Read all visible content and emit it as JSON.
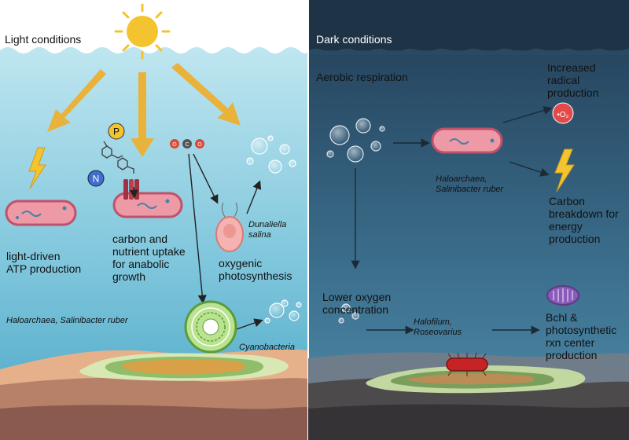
{
  "light_panel": {
    "title": "Light conditions",
    "labels": {
      "atp": "light-driven\nATP production",
      "uptake": "carbon and\nnutrient uptake\nfor anabolic\ngrowth",
      "photosynthesis": "oxygenic\nphotosynthesis",
      "dunaliella": "Dunaliella\nsalina",
      "haloarchaea": "Haloarchaea, Salinibacter ruber",
      "cyanobacteria": "Cyanobacteria",
      "phosphorus": "P",
      "nitrogen": "N",
      "co2_o1": "O",
      "co2_c": "C",
      "co2_o2": "O"
    }
  },
  "dark_panel": {
    "title": "Dark conditions",
    "labels": {
      "aerobic": "Aerobic respiration",
      "radical": "Increased\nradical\nproduction",
      "radical_symbol": "•O₂",
      "haloarchaea": "Haloarchaea,\nSalinibacter ruber",
      "carbon": "Carbon\nbreakdown for\nenergy\nproduction",
      "lower_oxygen": "Lower oxygen\nconcentration",
      "halofilum": "Halofilum,\nRoseovarius",
      "bchl": "Bchl &\nphotosynthetic\nrxn center\nproduction"
    }
  },
  "colors": {
    "light_water_top": "#b6e2ee",
    "light_water_bottom": "#5bb2cf",
    "dark_water_top": "#2a4a64",
    "dark_water_bottom": "#4d87a5",
    "sun": "#f3c430",
    "arrow_light": "#e9b23a",
    "bacterium_fill": "#ee9aa6",
    "bacterium_border": "#c0516a"
  }
}
